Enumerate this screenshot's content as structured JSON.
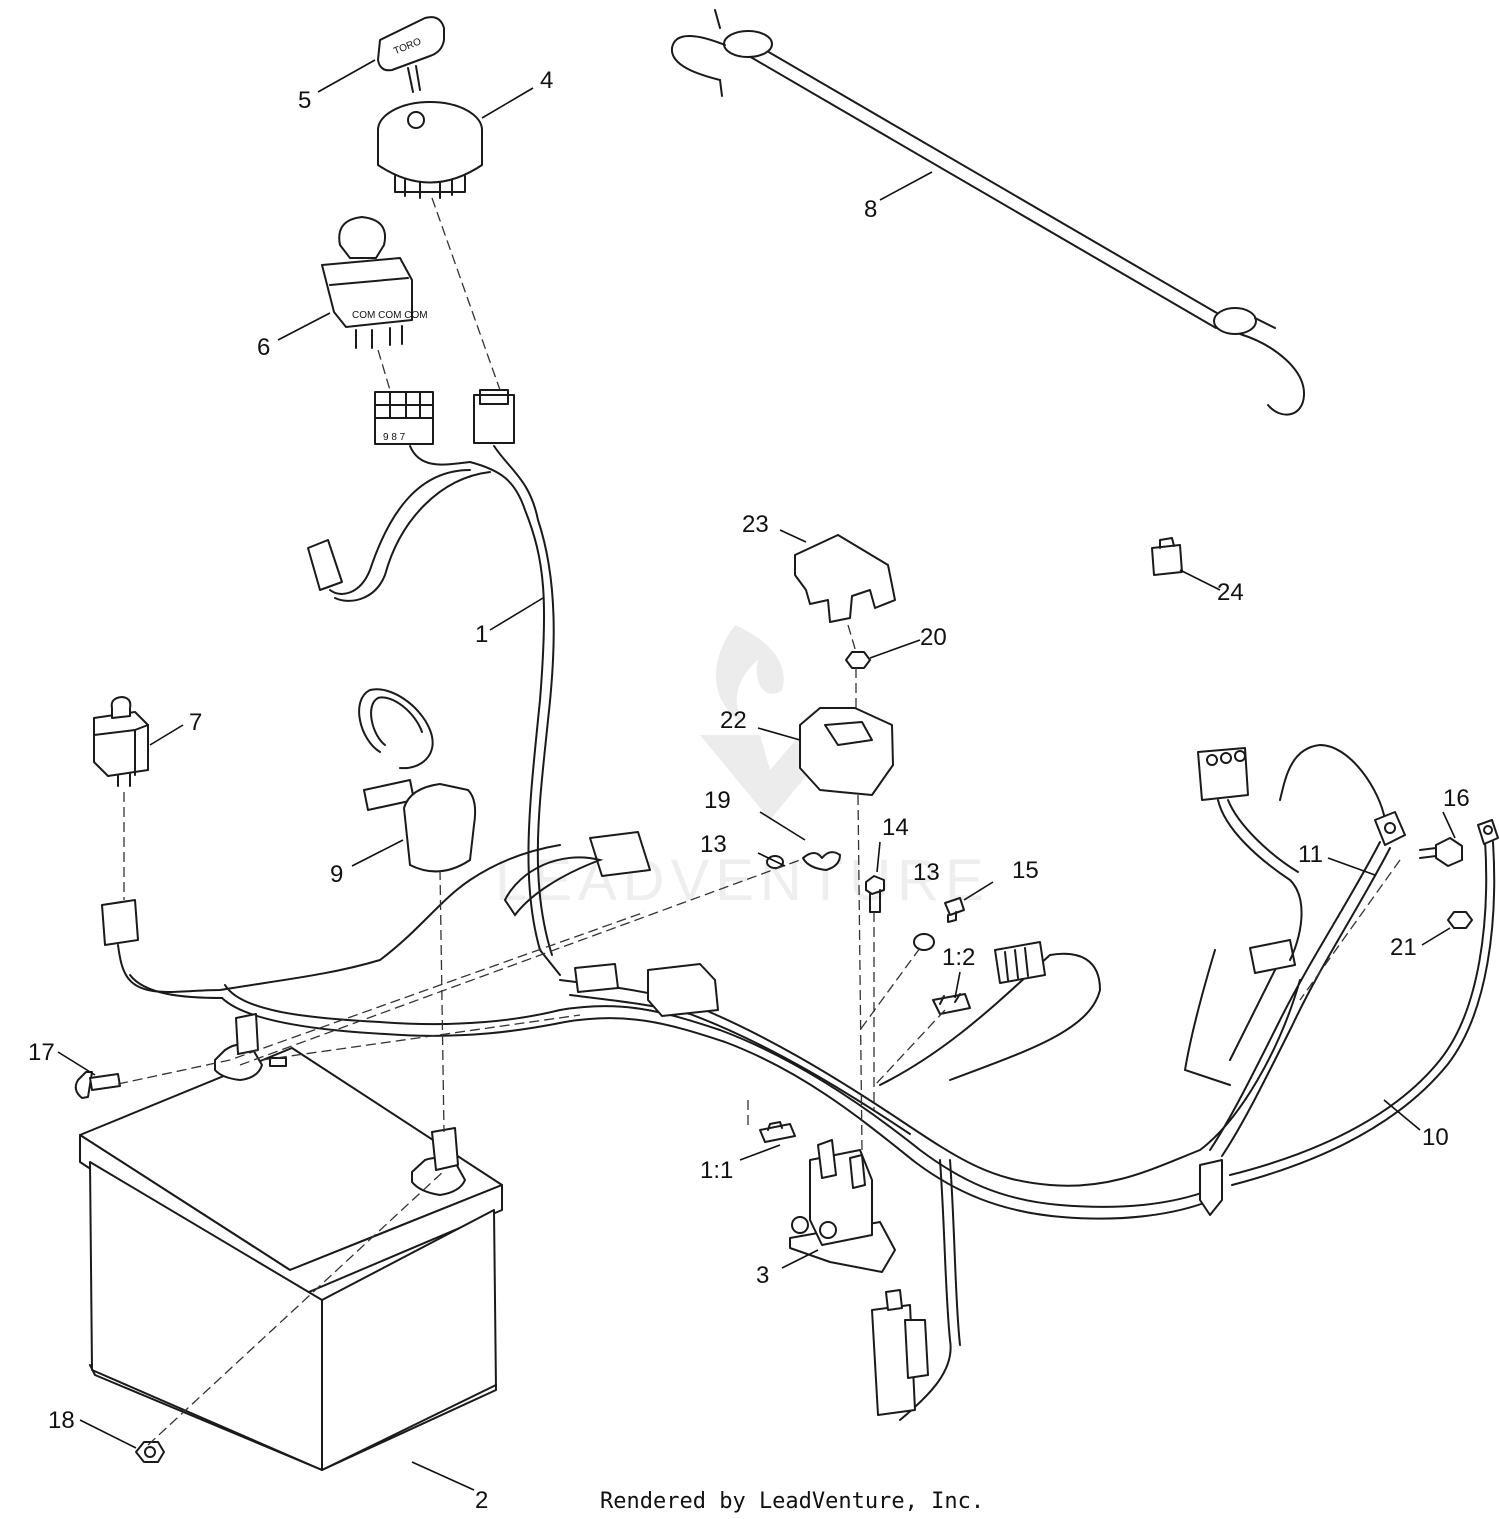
{
  "diagram": {
    "credit": "Rendered by LeadVenture, Inc.",
    "watermark": "LEADVENTURE",
    "key_fob_text": "TORO",
    "pto_switch_text": "COM COM COM",
    "connector_numbers": "9 8 7"
  },
  "callouts": [
    {
      "id": "1",
      "label": "1"
    },
    {
      "id": "2",
      "label": "2"
    },
    {
      "id": "3",
      "label": "3"
    },
    {
      "id": "4",
      "label": "4"
    },
    {
      "id": "5",
      "label": "5"
    },
    {
      "id": "6",
      "label": "6"
    },
    {
      "id": "7",
      "label": "7"
    },
    {
      "id": "8",
      "label": "8"
    },
    {
      "id": "9",
      "label": "9"
    },
    {
      "id": "10",
      "label": "10"
    },
    {
      "id": "11",
      "label": "11"
    },
    {
      "id": "13a",
      "label": "13"
    },
    {
      "id": "13b",
      "label": "13"
    },
    {
      "id": "14",
      "label": "14"
    },
    {
      "id": "15",
      "label": "15"
    },
    {
      "id": "16",
      "label": "16"
    },
    {
      "id": "17",
      "label": "17"
    },
    {
      "id": "18",
      "label": "18"
    },
    {
      "id": "19",
      "label": "19"
    },
    {
      "id": "20",
      "label": "20"
    },
    {
      "id": "21",
      "label": "21"
    },
    {
      "id": "22",
      "label": "22"
    },
    {
      "id": "23",
      "label": "23"
    },
    {
      "id": "24",
      "label": "24"
    },
    {
      "id": "1-1",
      "label": "1:1"
    },
    {
      "id": "1-2",
      "label": "1:2"
    }
  ]
}
